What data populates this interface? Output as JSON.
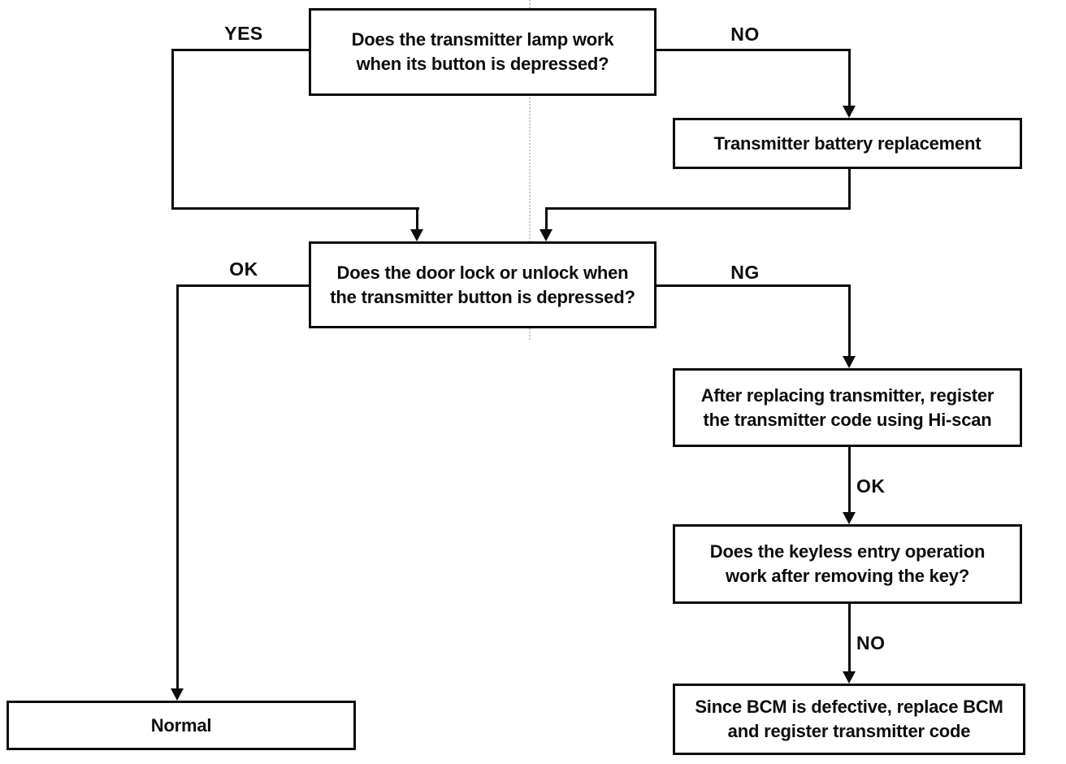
{
  "colors": {
    "ink": "#0d0d0d",
    "background": "#ffffff"
  },
  "nodes": {
    "q_lamp": {
      "text": "Does the transmitter lamp work\nwhen its button is depressed?"
    },
    "battery": {
      "text": "Transmitter battery replacement"
    },
    "q_door": {
      "text": "Does the door lock or unlock when\nthe transmitter button is depressed?"
    },
    "hiscan": {
      "text": "After replacing transmitter, register\nthe transmitter code using Hi-scan"
    },
    "q_keyless": {
      "text": "Does the keyless entry operation\nwork after removing the key?"
    },
    "bcm": {
      "text": "Since BCM is defective, replace BCM\nand register transmitter code"
    },
    "normal": {
      "text": "Normal"
    }
  },
  "labels": {
    "yes_top": "YES",
    "no_top": "NO",
    "ok_left": "OK",
    "ng_right": "NG",
    "ok_mid": "OK",
    "no_bottom": "NO"
  },
  "edges": [
    {
      "from": "q_lamp",
      "label": "YES",
      "to": "q_door"
    },
    {
      "from": "q_lamp",
      "label": "NO",
      "to": "battery"
    },
    {
      "from": "battery",
      "label": "",
      "to": "q_door"
    },
    {
      "from": "q_door",
      "label": "OK",
      "to": "normal"
    },
    {
      "from": "q_door",
      "label": "NG",
      "to": "hiscan"
    },
    {
      "from": "hiscan",
      "label": "OK",
      "to": "q_keyless"
    },
    {
      "from": "q_keyless",
      "label": "NO",
      "to": "bcm"
    }
  ]
}
